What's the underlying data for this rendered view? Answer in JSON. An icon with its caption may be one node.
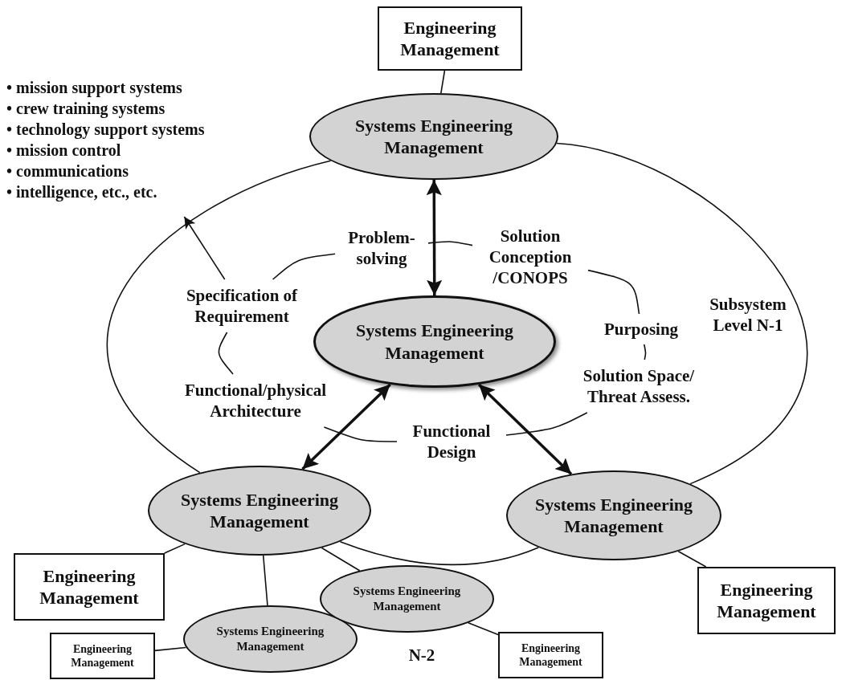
{
  "diagram": {
    "nodes": [
      {
        "text": [
          "Engineering Management"
        ]
      },
      {
        "text": [
          "Systems Engineering Management"
        ]
      },
      {
        "text": [
          "• mission support systems",
          "• crew training systems",
          "• technology support systems",
          "• mission control",
          "• communications",
          "• intelligence, etc., etc."
        ]
      },
      {
        "text": [
          "Problem-solving"
        ]
      },
      {
        "text": [
          "Solution Conception /CONOPS"
        ]
      },
      {
        "text": [
          "Specification of Requirement"
        ]
      },
      {
        "text": [
          "Systems Engineering Management"
        ]
      },
      {
        "text": [
          "Purposing"
        ]
      },
      {
        "text": [
          "Functional/physical Architecture"
        ]
      },
      {
        "text": [
          "Solution Space/ Threat Assess."
        ]
      },
      {
        "text": [
          "Functional Design"
        ]
      },
      {
        "text": [
          "Systems Engineering Management"
        ]
      },
      {
        "text": [
          "Systems Engineering Management"
        ]
      },
      {
        "text": [
          "Engineering Management"
        ]
      },
      {
        "text": [
          "Systems Engineering Management"
        ]
      },
      {
        "text": [
          "Systems Engineering Management"
        ]
      },
      {
        "text": [
          "Engineering Management"
        ]
      },
      {
        "text": [
          "Engineering Management"
        ]
      },
      {
        "text": [
          "Engineering Management"
        ]
      }
    ],
    "edges": [
      {
        "from": 0,
        "to": 1,
        "arrow": "none"
      },
      {
        "from": 1,
        "to": 6,
        "arrow": "both",
        "style": "thick"
      },
      {
        "from": 6,
        "to": 11,
        "arrow": "both",
        "style": "thick"
      },
      {
        "from": 6,
        "to": 12,
        "arrow": "both",
        "style": "thick"
      },
      {
        "from": 5,
        "to": 2,
        "arrow": "to"
      },
      {
        "from": 1,
        "to": 11,
        "arrow": "none"
      },
      {
        "from": 1,
        "to": 12,
        "arrow": "none"
      },
      {
        "from": 11,
        "to": 12,
        "arrow": "none"
      },
      {
        "from": 3,
        "to": 4,
        "arrow": "none"
      },
      {
        "from": 4,
        "to": 7,
        "arrow": "none"
      },
      {
        "from": 7,
        "to": 9,
        "arrow": "none"
      },
      {
        "from": 9,
        "to": 10,
        "arrow": "none"
      },
      {
        "from": 10,
        "to": 8,
        "arrow": "none"
      },
      {
        "from": 8,
        "to": 5,
        "arrow": "none"
      },
      {
        "from": 5,
        "to": 3,
        "arrow": "none"
      },
      {
        "from": 11,
        "to": 13,
        "arrow": "none"
      },
      {
        "from": 11,
        "to": 14,
        "arrow": "none"
      },
      {
        "from": 11,
        "to": 15,
        "arrow": "none"
      },
      {
        "from": 12,
        "to": 17,
        "arrow": "none"
      },
      {
        "from": 14,
        "to": 18,
        "arrow": "none"
      },
      {
        "from": 15,
        "to": 16,
        "arrow": "none"
      }
    ],
    "labels": [
      "Subsystem Level N-1",
      "N-2"
    ]
  }
}
